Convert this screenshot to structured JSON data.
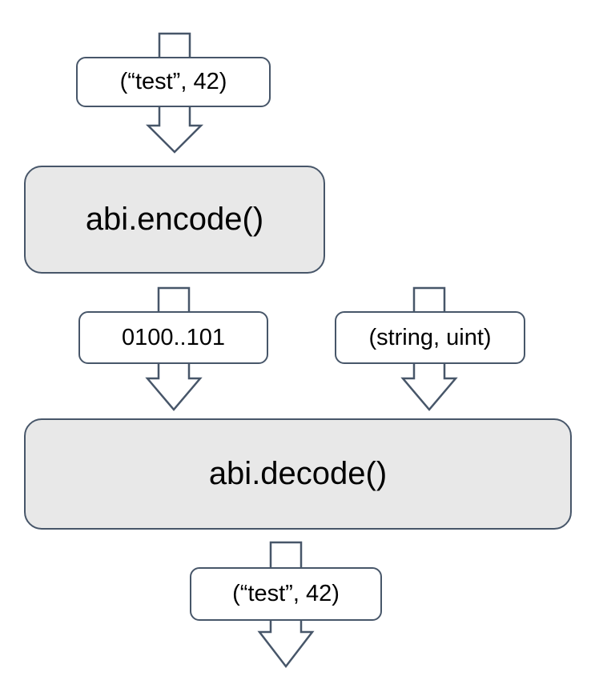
{
  "diagram": {
    "type": "flowchart",
    "description": "ABI encode/decode data flow",
    "nodes": {
      "input": {
        "label": "(“test”, 42)",
        "kind": "data-label"
      },
      "encode": {
        "label": "abi.encode()",
        "kind": "process"
      },
      "encoded_bytes": {
        "label": "0100..101",
        "kind": "data-label"
      },
      "types": {
        "label": "(string, uint)",
        "kind": "data-label"
      },
      "decode": {
        "label": "abi.decode()",
        "kind": "process"
      },
      "output": {
        "label": "(“test”, 42)",
        "kind": "data-label"
      }
    },
    "edges": [
      {
        "from": "input",
        "to": "encode",
        "icon": "block-arrow-down-icon"
      },
      {
        "from": "encode",
        "to": "decode",
        "via": "encoded_bytes",
        "icon": "block-arrow-down-icon"
      },
      {
        "from": "types",
        "to": "decode",
        "icon": "block-arrow-down-icon"
      },
      {
        "from": "decode",
        "to": "output",
        "icon": "block-arrow-down-icon"
      }
    ],
    "colors": {
      "stroke": "#475669",
      "process_fill": "#e8e8e8",
      "label_fill": "#ffffff",
      "text": "#000000",
      "background": "#ffffff"
    }
  }
}
